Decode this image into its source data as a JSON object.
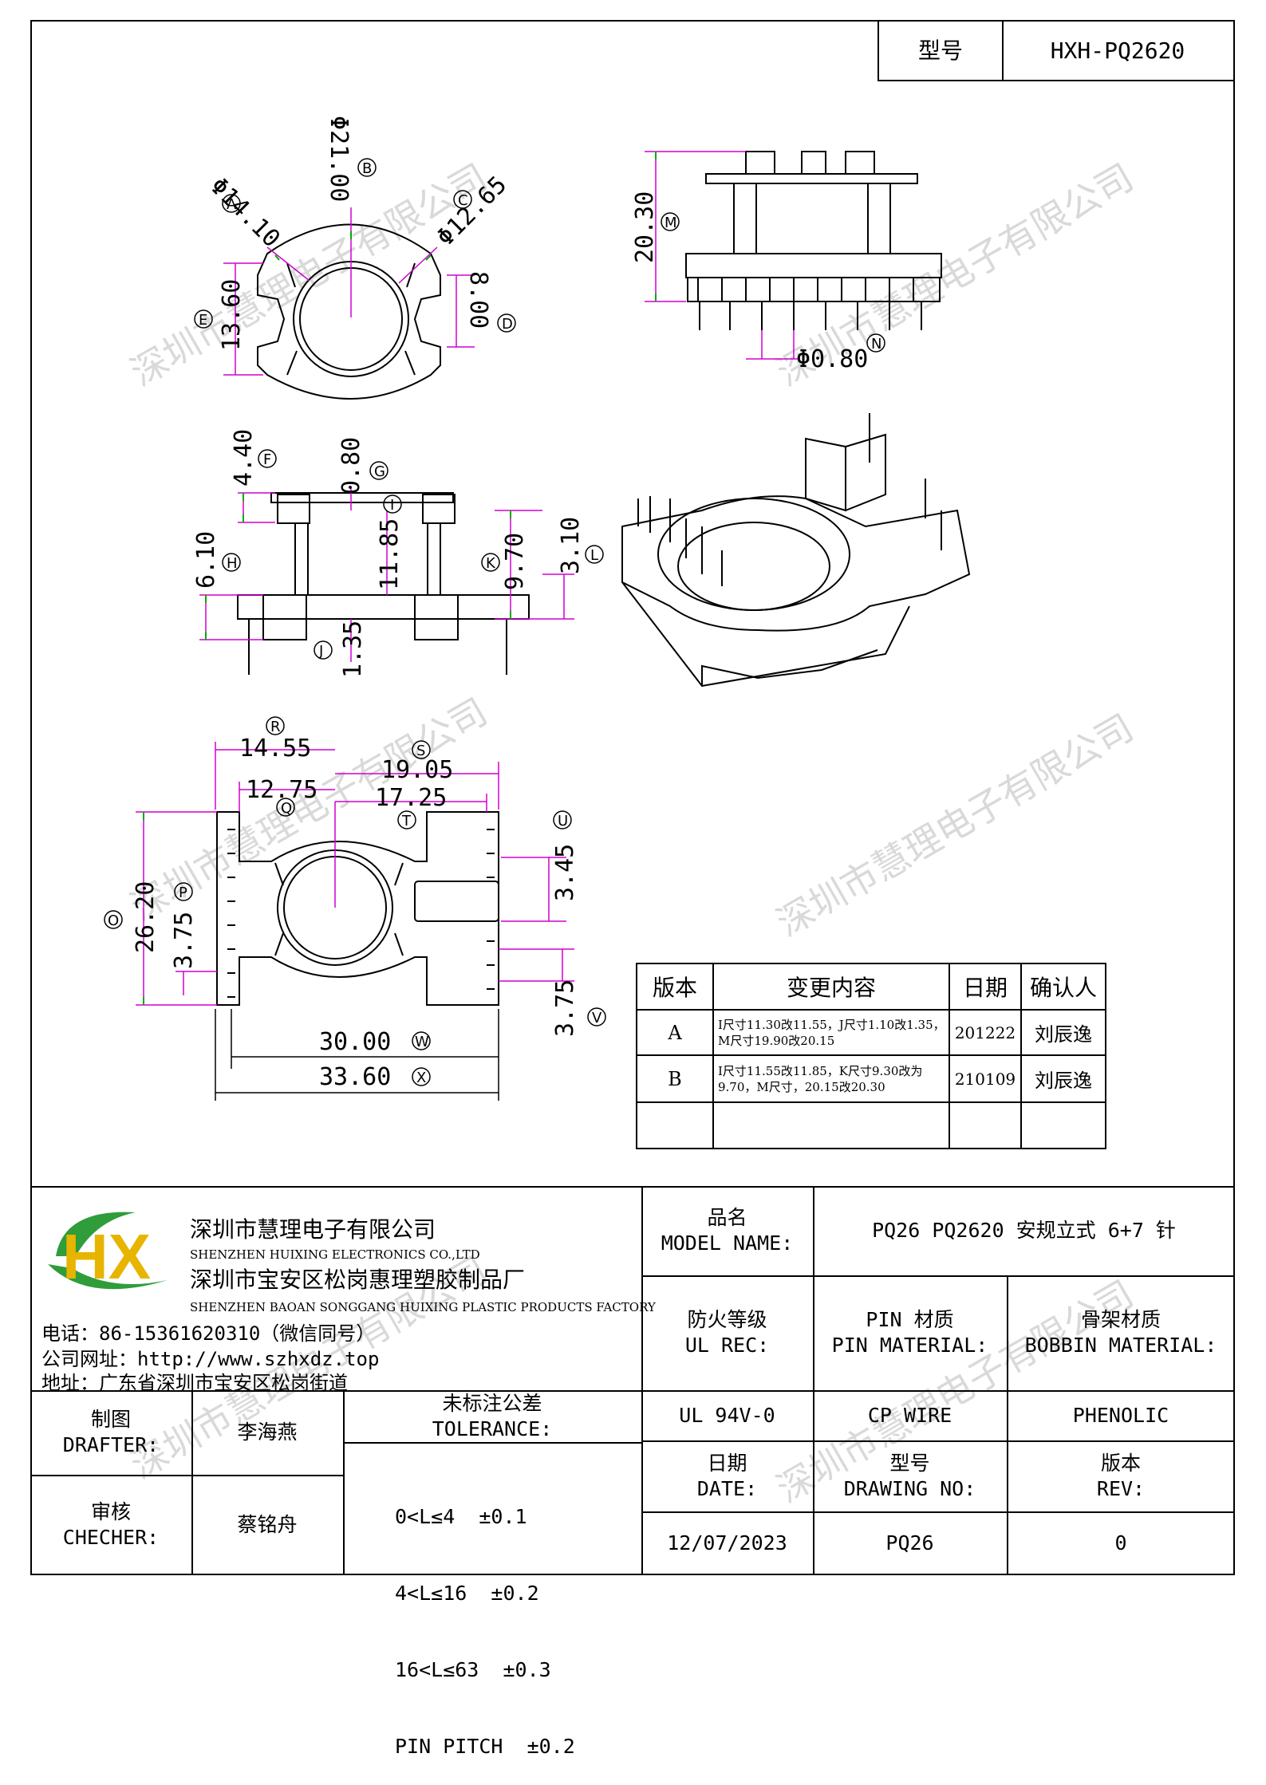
{
  "title_block": {
    "type_label": "型号",
    "type_value": "HXH-PQ2620"
  },
  "watermark": "深圳市慧理电子有限公司",
  "drawing": {
    "top_view": {
      "A": "Φ14.10",
      "B": "Φ21.00",
      "C": "Φ12.65",
      "D": "8.00",
      "E": "13.60"
    },
    "side_view_top": {
      "M": "20.30",
      "N": "Φ0.80"
    },
    "front_view": {
      "F": "4.40",
      "G": "0.80",
      "I": "11.85",
      "H": "6.10",
      "K": "9.70",
      "L": "3.10",
      "J": "1.35"
    },
    "bottom_view": {
      "R": "14.55",
      "S": "19.05",
      "Q": "12.75",
      "T": "17.25",
      "U": "3.45",
      "O": "26.20",
      "P": "3.75",
      "V": "3.75",
      "W": "30.00",
      "X": "33.60"
    },
    "circle_labels": [
      "A",
      "B",
      "C",
      "D",
      "E",
      "M",
      "N",
      "F",
      "G",
      "I",
      "H",
      "K",
      "L",
      "J",
      "R",
      "S",
      "Q",
      "T",
      "U",
      "O",
      "P",
      "V",
      "W",
      "X"
    ]
  },
  "revision_table": {
    "headers": [
      "版本",
      "变更内容",
      "日期",
      "确认人"
    ],
    "rows": [
      {
        "version": "A",
        "change": "I尺寸11.30改11.55，J尺寸1.10改1.35，M尺寸19.90改20.15",
        "date": "201222",
        "by": "刘辰逸"
      },
      {
        "version": "B",
        "change": "I尺寸11.55改11.85，K尺寸9.30改为9.70，M尺寸，20.15改20.30",
        "date": "210109",
        "by": "刘辰逸"
      },
      {
        "version": "",
        "change": "",
        "date": "",
        "by": ""
      }
    ]
  },
  "company": {
    "logo_letters": "HX",
    "name_cn_1": "深圳市慧理电子有限公司",
    "name_en_1": "SHENZHEN HUIXING ELECTRONICS CO.,LTD",
    "name_cn_2": "深圳市宝安区松岗惠理塑胶制品厂",
    "name_en_2": "SHENZHEN BAOAN SONGGANG HUIXING PLASTIC PRODUCTS FACTORY",
    "phone": "电话：86-15361620310（微信同号）",
    "website": "公司网址：http://www.szhxdz.top",
    "address": "地址：广东省深圳市宝安区松岗街道"
  },
  "info_block": {
    "model_name_cn": "品名",
    "model_name_en": "MODEL NAME:",
    "model_name_value": "PQ26 PQ2620 安规立式 6+7 针",
    "ul_cn": "防火等级",
    "ul_en": "UL REC:",
    "pin_cn": "PIN 材质",
    "pin_en": "PIN MATERIAL:",
    "bobbin_cn": "骨架材质",
    "bobbin_en": "BOBBIN MATERIAL:",
    "ul_value": "UL 94V-0",
    "pin_value": "CP WIRE",
    "bobbin_value": "PHENOLIC",
    "date_cn": "日期",
    "date_en": "DATE:",
    "drawing_cn": "型号",
    "drawing_en": "DRAWING NO:",
    "rev_cn": "版本",
    "rev_en": "REV:",
    "date_value": "12/07/2023",
    "drawing_value": "PQ26",
    "rev_value": "0"
  },
  "signoff": {
    "drafter_cn": "制图",
    "drafter_en": "DRAFTER:",
    "drafter_name": "李海燕",
    "checker_cn": "审核",
    "checker_en": "CHECHER:",
    "checker_name": "蔡铭舟",
    "tolerance_cn": "未标注公差",
    "tolerance_en": "TOLERANCE:",
    "tolerances": [
      "0<L≤4  ±0.1",
      "4<L≤16  ±0.2",
      "16<L≤63  ±0.3",
      "PIN PITCH  ±0.2"
    ]
  }
}
